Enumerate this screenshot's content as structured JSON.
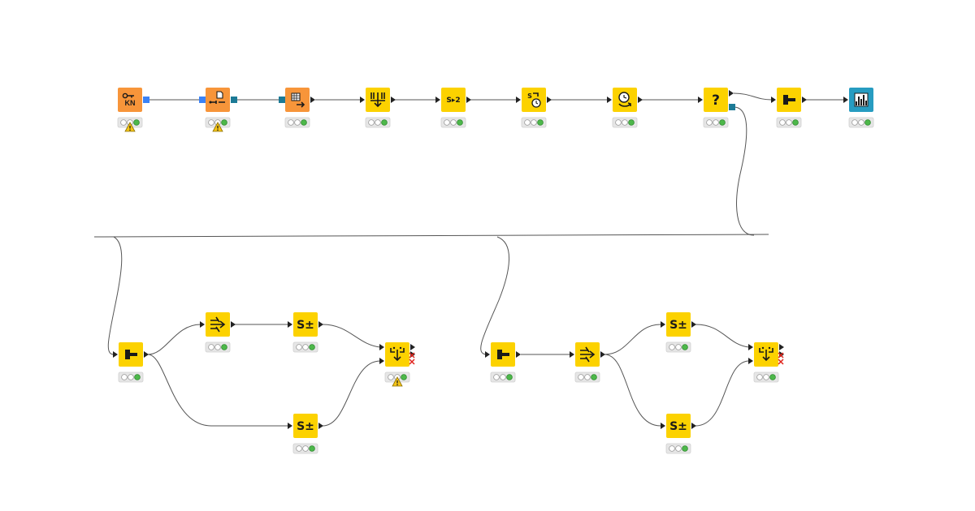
{
  "canvas": {
    "background": "#ffffff"
  },
  "colors": {
    "io_node": "#f7953a",
    "manipulator_node": "#fcd200",
    "view_node": "#279cc1",
    "link": "#555555",
    "port_blue": "#3b82f6",
    "port_teal": "#1c7a96",
    "traffic_off": "#ffffff",
    "traffic_green": "#4db84a",
    "warning": "#f5c518",
    "error_x": "#e0241b"
  },
  "nodes": [
    {
      "id": "kn-node",
      "kind": "io",
      "icon": "key-kn-icon",
      "glyph": "KN",
      "status": "green",
      "warning": true
    },
    {
      "id": "file-reader-node",
      "kind": "io",
      "icon": "file-reader-icon",
      "glyph": "",
      "status": "green",
      "warning": true
    },
    {
      "id": "table-reader-node",
      "kind": "io",
      "icon": "table-output-icon",
      "glyph": "",
      "status": "green",
      "warning": false
    },
    {
      "id": "column-filter-node",
      "kind": "manipulator",
      "icon": "column-filter-icon",
      "glyph": "",
      "status": "green",
      "warning": false
    },
    {
      "id": "string-to-number-node",
      "kind": "manipulator",
      "icon": "string-to-number-icon",
      "glyph": "S▸2",
      "status": "green",
      "warning": false
    },
    {
      "id": "string-to-datetime-node",
      "kind": "manipulator",
      "icon": "string-to-datetime-icon",
      "glyph": "",
      "status": "green",
      "warning": false
    },
    {
      "id": "datetime-shift-node",
      "kind": "manipulator",
      "icon": "datetime-shift-icon",
      "glyph": "",
      "status": "green",
      "warning": false
    },
    {
      "id": "missing-value-node",
      "kind": "manipulator",
      "icon": "question-icon",
      "glyph": "?",
      "status": "green",
      "warning": false
    },
    {
      "id": "splitter-top-node",
      "kind": "manipulator",
      "icon": "splitter-icon",
      "glyph": "",
      "status": "green",
      "warning": false
    },
    {
      "id": "view-node",
      "kind": "view",
      "icon": "bar-chart-icon",
      "glyph": "",
      "status": "green",
      "warning": false
    },
    {
      "id": "splitter-left-node",
      "kind": "manipulator",
      "icon": "splitter-icon",
      "glyph": "",
      "status": "green",
      "warning": false
    },
    {
      "id": "column-splitter-left-node",
      "kind": "manipulator",
      "icon": "column-splitter-icon",
      "glyph": "",
      "status": "green",
      "warning": false
    },
    {
      "id": "string-manip-left-top-node",
      "kind": "manipulator",
      "icon": "string-manipulation-icon",
      "glyph": "S±",
      "status": "green",
      "warning": false
    },
    {
      "id": "string-manip-left-bottom-node",
      "kind": "manipulator",
      "icon": "string-manipulation-icon",
      "glyph": "S±",
      "status": "green",
      "warning": false
    },
    {
      "id": "joiner-left-node",
      "kind": "manipulator",
      "icon": "joiner-icon",
      "glyph": "",
      "status": "green",
      "warning": true
    },
    {
      "id": "splitter-right-node",
      "kind": "manipulator",
      "icon": "splitter-icon",
      "glyph": "",
      "status": "green",
      "warning": false
    },
    {
      "id": "column-splitter-right-node",
      "kind": "manipulator",
      "icon": "column-splitter-icon",
      "glyph": "",
      "status": "green",
      "warning": false
    },
    {
      "id": "string-manip-right-top-node",
      "kind": "manipulator",
      "icon": "string-manipulation-icon",
      "glyph": "S±",
      "status": "green",
      "warning": false
    },
    {
      "id": "string-manip-right-bottom-node",
      "kind": "manipulator",
      "icon": "string-manipulation-icon",
      "glyph": "S±",
      "status": "green",
      "warning": false
    },
    {
      "id": "joiner-right-node",
      "kind": "manipulator",
      "icon": "joiner-icon",
      "glyph": "",
      "status": "green",
      "warning": false
    }
  ]
}
